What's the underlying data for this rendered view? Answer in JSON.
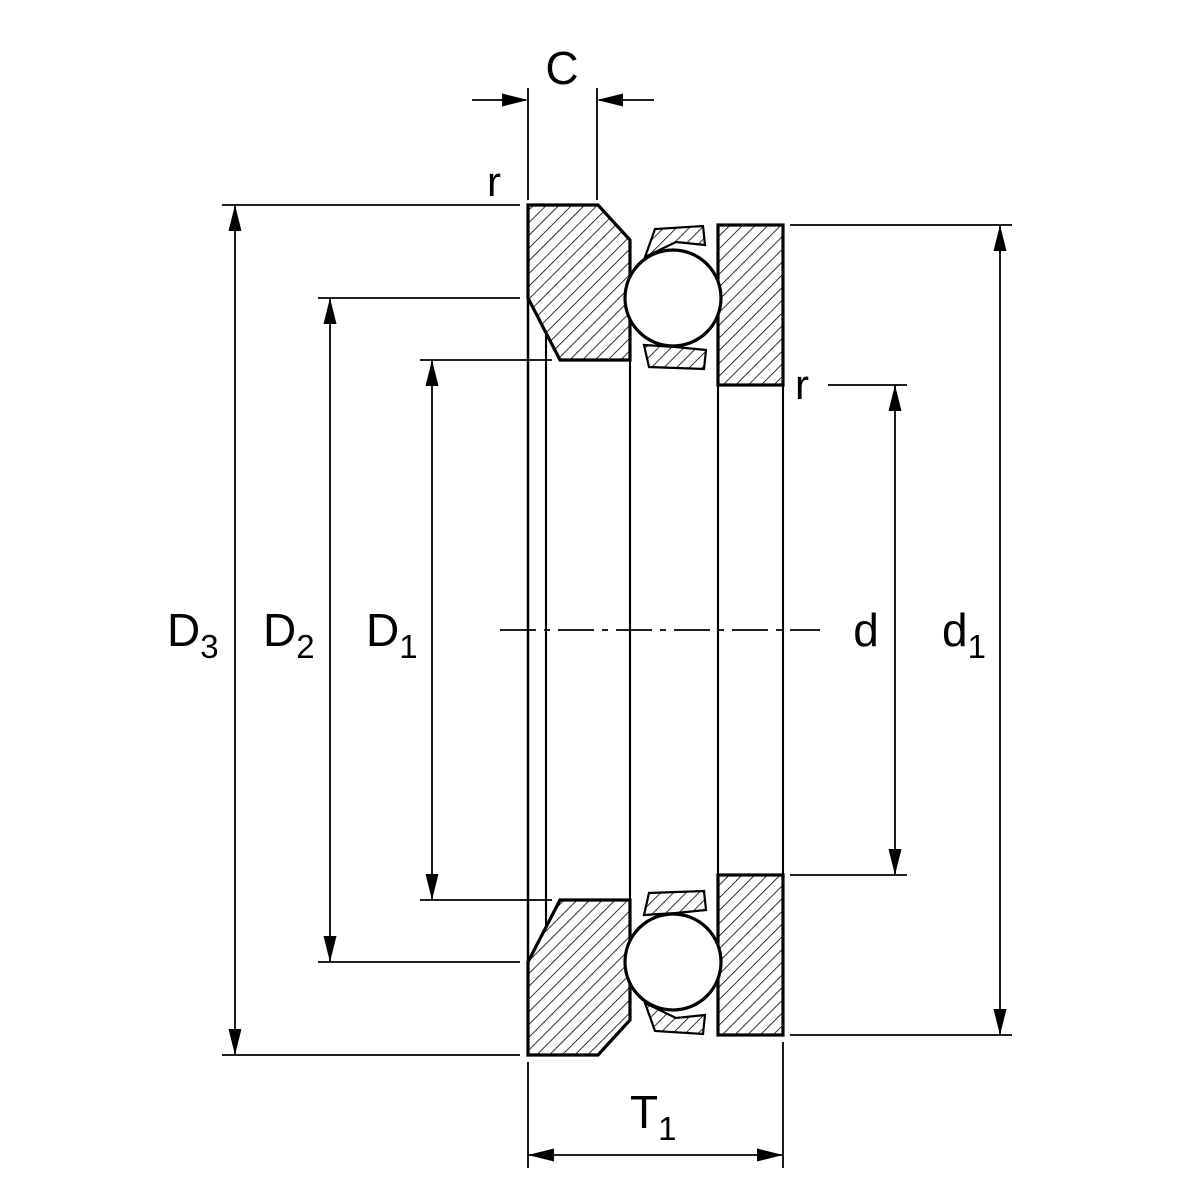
{
  "drawing": {
    "colors": {
      "line": "#000000",
      "background": "#ffffff"
    },
    "labels": {
      "C": "C",
      "r_left": "r",
      "r_right": "r",
      "D3_base": "D",
      "D3_sub": "3",
      "D2_base": "D",
      "D2_sub": "2",
      "D1_base": "D",
      "D1_sub": "1",
      "d": "d",
      "d1_base": "d",
      "d1_sub": "1",
      "T1_base": "T",
      "T1_sub": "1"
    }
  }
}
